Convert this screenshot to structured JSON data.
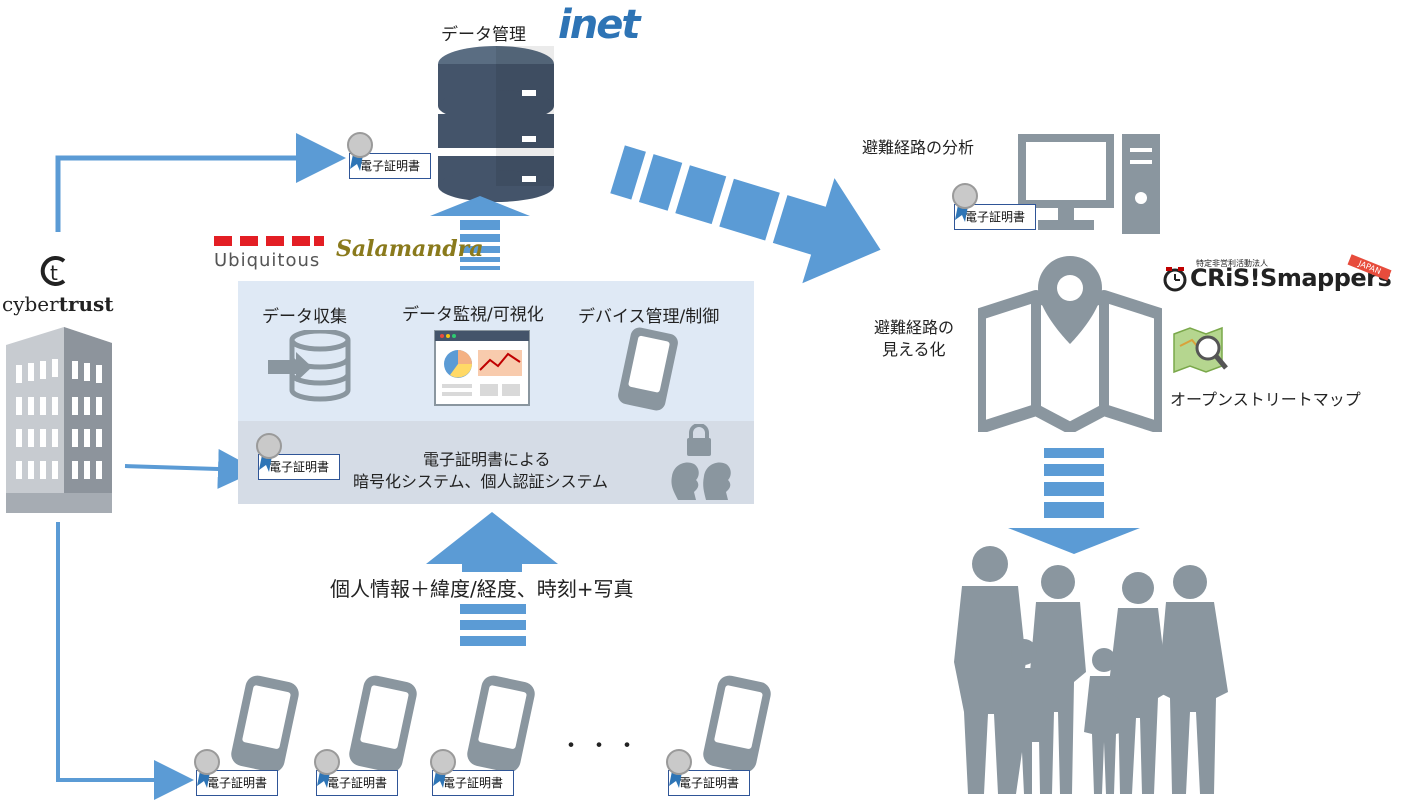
{
  "top": {
    "data_mgmt_label": "データ管理",
    "inet_logo": "inet"
  },
  "cybertrust": {
    "logo_text_a": "cyber",
    "logo_text_b": "trust"
  },
  "ubiquitous": {
    "logo_text": "Ubiquitous",
    "salamandra_text": "Salamandra"
  },
  "panel": {
    "col1": "データ収集",
    "col2": "データ監視/可視化",
    "col3": "デバイス管理/制御",
    "enc_line1": "電子証明書による",
    "enc_line2": "暗号化システム、個人認証システム"
  },
  "cert_label": "電子証明書",
  "upload_caption": "個人情報＋緯度/経度、時刻+写真",
  "dots": "・・・",
  "right": {
    "analysis_label": "避難経路の分析",
    "visual_label_line1": "避難経路の",
    "visual_label_line2": "見える化",
    "osm_label": "オープンストリートマップ",
    "crisis_small": "特定非営利活動法人",
    "crisis_logo": "CRiS!Smappers",
    "crisis_japan": "JAPAN"
  },
  "colors": {
    "arrow": "#5b9bd5",
    "icon_gray": "#8a969f",
    "db_dark": "#44546a",
    "ubiq_red": "#e31e24"
  },
  "icons": [
    "database-icon",
    "computer-icon",
    "map-pin-icon",
    "phone-icon",
    "lock-icon",
    "people-icon",
    "building-icon",
    "osm-icon"
  ]
}
